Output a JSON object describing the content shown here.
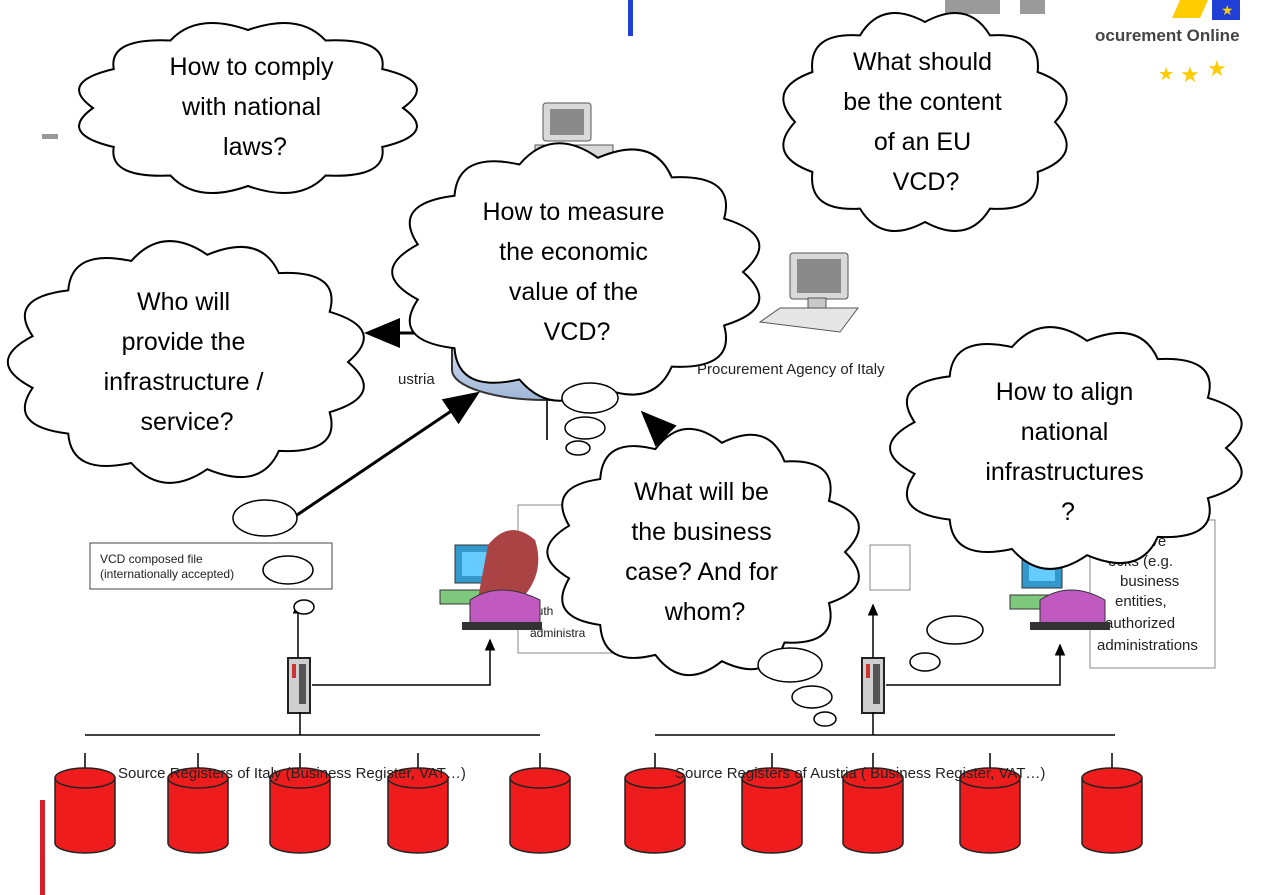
{
  "brand": {
    "tagline": "ocurement Online"
  },
  "questions": {
    "comply": [
      "How to comply",
      "with national",
      "laws?"
    ],
    "content": [
      "What should",
      "be the content",
      "of an EU",
      "VCD?"
    ],
    "measure": [
      "How to measure",
      "the economic",
      "value of the",
      "VCD?"
    ],
    "provider": [
      "Who will",
      "provide the",
      "infrastructure /",
      "service?"
    ],
    "align": [
      "How to align",
      "national",
      "infrastructures",
      "?"
    ],
    "business": [
      "What will be",
      "the business",
      "case? And for",
      "whom?"
    ]
  },
  "labels": {
    "agency_italy": "Procurement Agency of Italy",
    "austria_fragment": "ustria",
    "vcd_file": [
      "VCD composed file",
      "(internationally accepted)"
    ],
    "interactive_left_fragment": [
      "auth",
      "administra"
    ],
    "interactive_right_fragment": [
      "ractive",
      "ecks (e.g.",
      "business",
      "entities,",
      "authorized",
      "administrations"
    ],
    "registers_italy": "Source Registers of Italy (Business Register, VAT…)",
    "registers_austria": "Source Registers of Austria ( Business Register, VAT…)"
  },
  "colors": {
    "register_red": "#ee1c1c",
    "accent_blue": "#1f3fd6",
    "eu_star": "#ffcc00",
    "accent_red_bar": "#d6202a"
  }
}
